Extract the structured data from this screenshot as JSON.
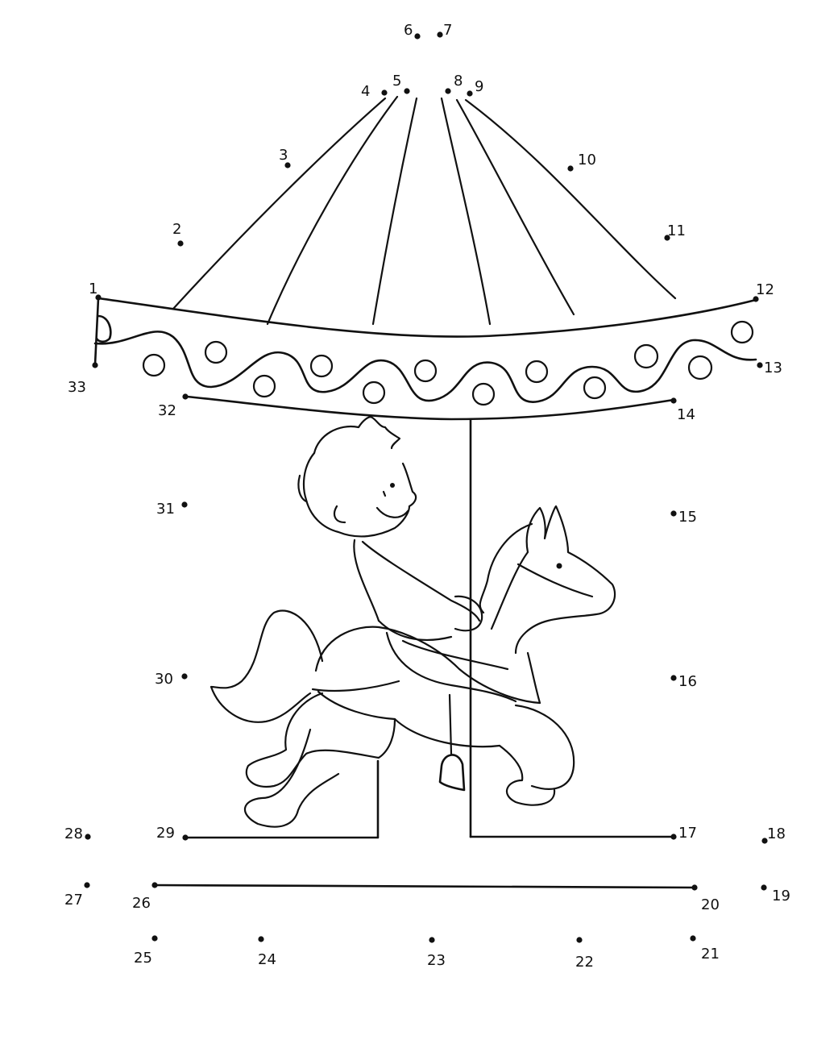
{
  "worksheet": {
    "subject": "carousel-with-boy-on-horse",
    "dot_labels": [
      "1",
      "2",
      "3",
      "4",
      "5",
      "6",
      "7",
      "8",
      "9",
      "10",
      "11",
      "12",
      "13",
      "14",
      "15",
      "16",
      "17",
      "18",
      "19",
      "20",
      "21",
      "22",
      "23",
      "24",
      "25",
      "26",
      "27",
      "28",
      "29",
      "30",
      "31",
      "32",
      "33"
    ],
    "ink_color": "#111111",
    "paper_color": "#ffffff"
  }
}
